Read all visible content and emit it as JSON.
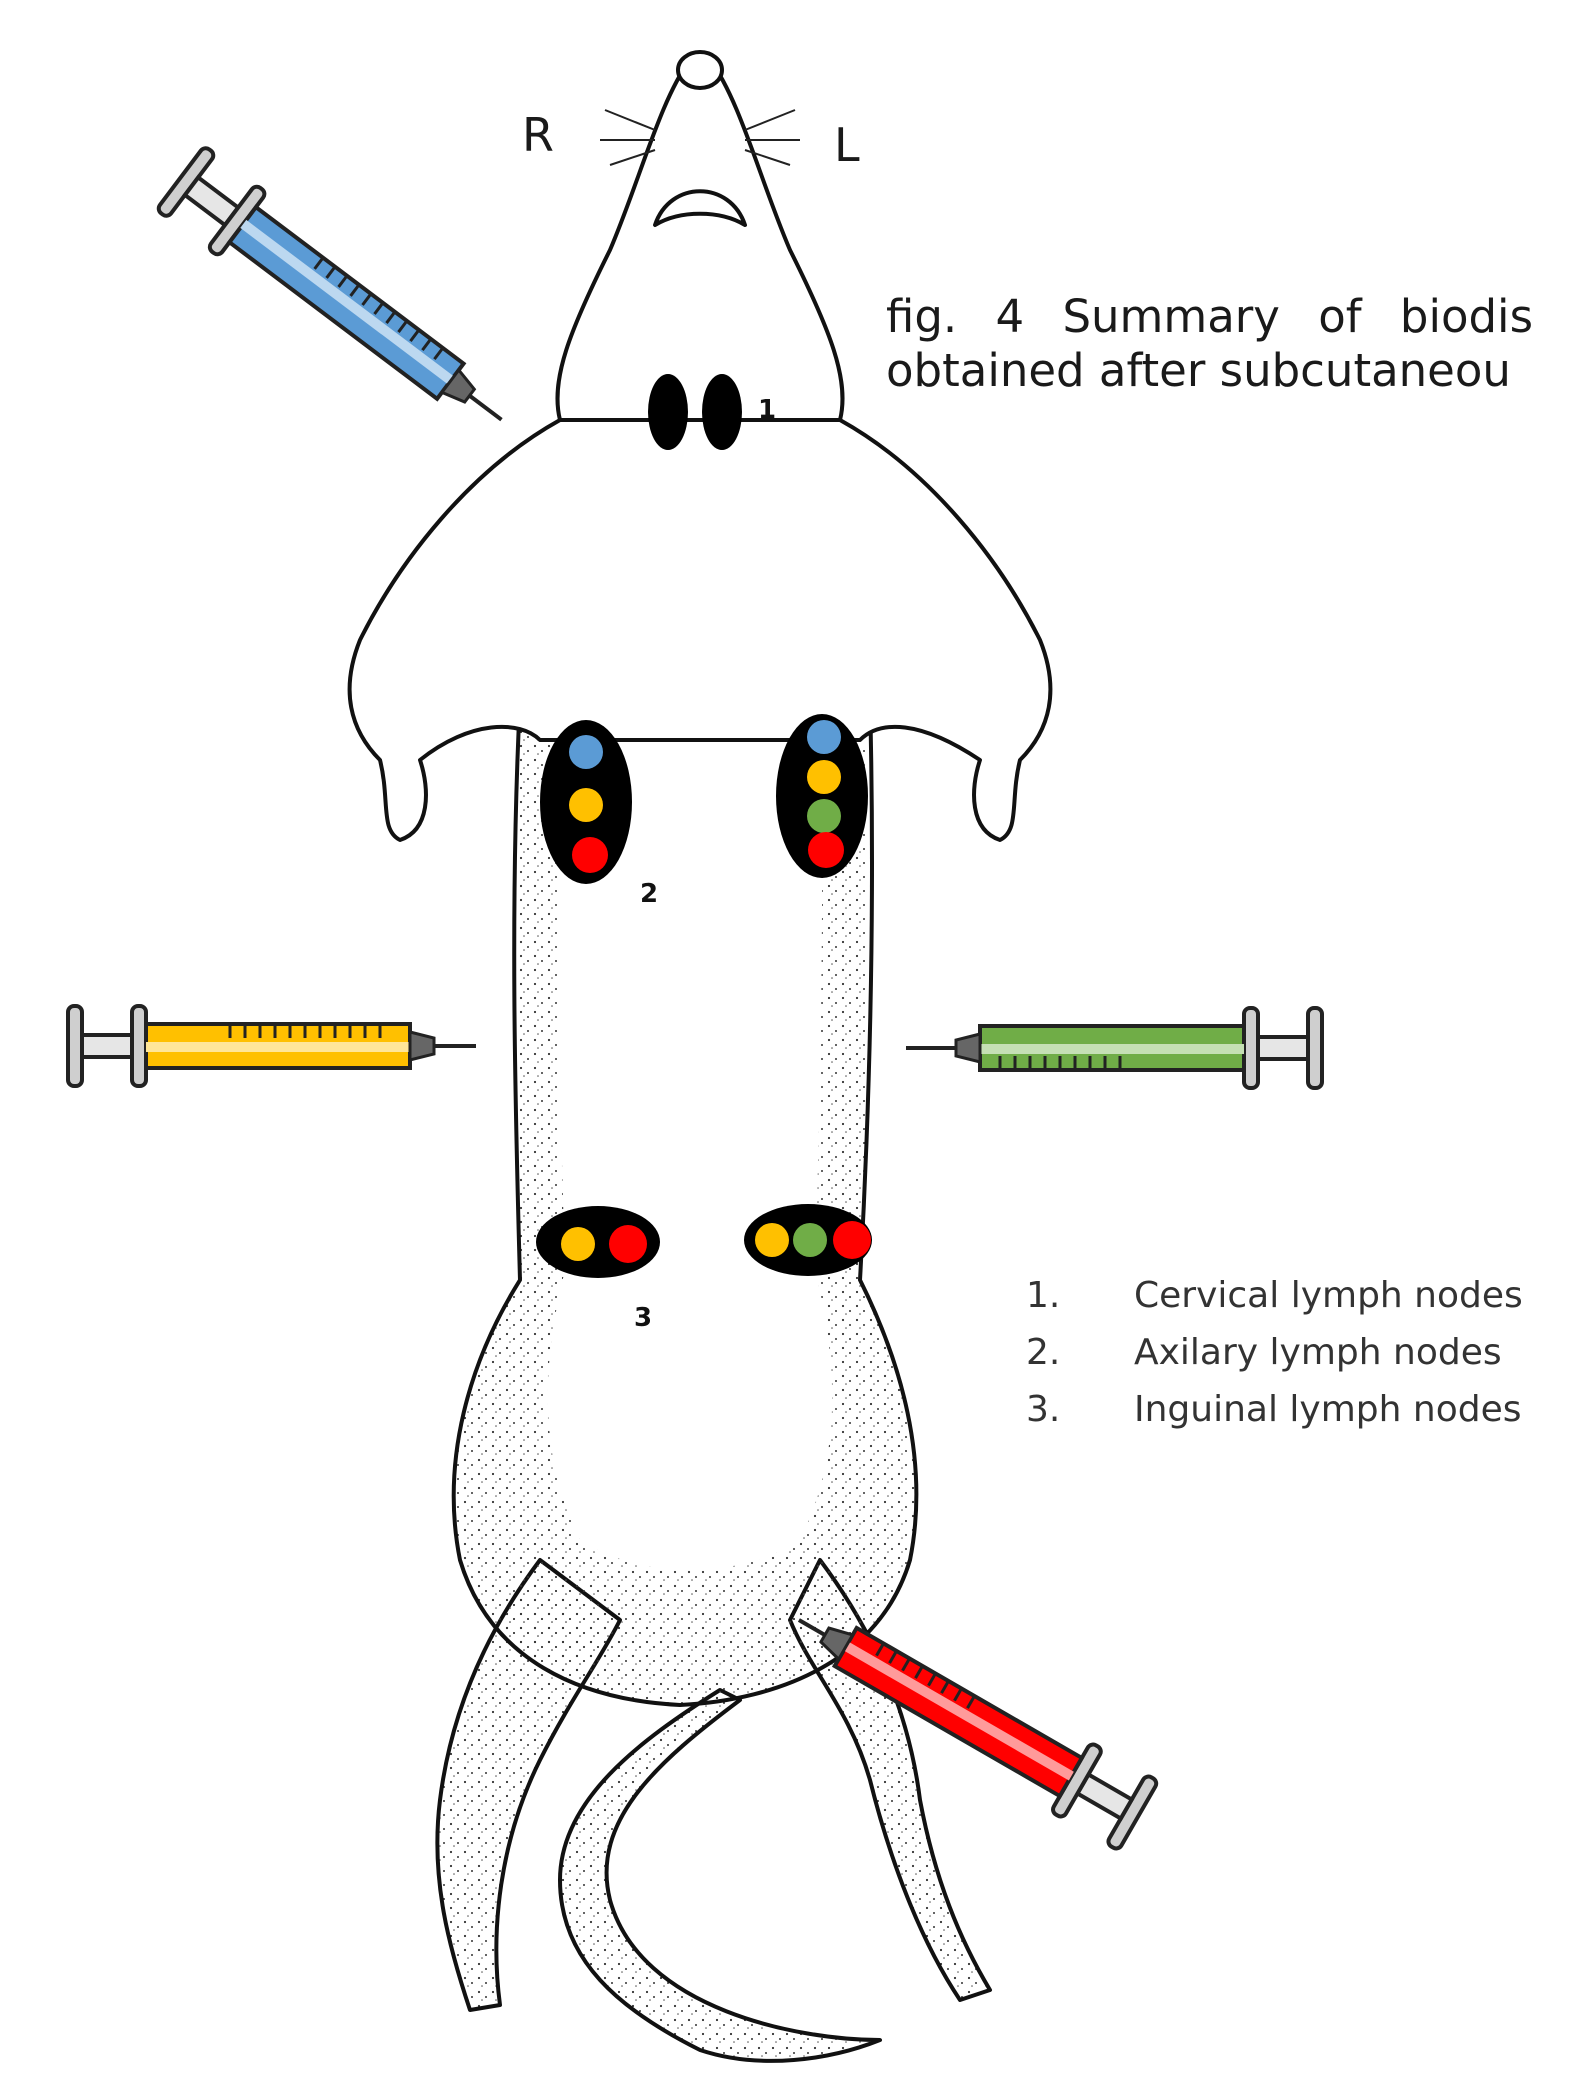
{
  "orientation": {
    "right": "R",
    "left": "L"
  },
  "caption": {
    "line1": "fig. 4 Summary of biodis",
    "line2": "obtained after subcutaneou"
  },
  "legend": [
    {
      "number": "1.",
      "text": "Cervical lymph nodes"
    },
    {
      "number": "2.",
      "text": "Axilary lymph nodes"
    },
    {
      "number": "3.",
      "text": "Inguinal lymph nodes"
    }
  ],
  "node_markers": {
    "cervical": "1",
    "axillary": "2",
    "inguinal": "3"
  },
  "colors": {
    "blue": "#5b9bd5",
    "yellow": "#ffc000",
    "green": "#70ad47",
    "red": "#ff0000",
    "node": "#000000"
  },
  "injections": [
    {
      "site": "right shoulder",
      "color": "blue"
    },
    {
      "site": "right flank",
      "color": "yellow"
    },
    {
      "site": "left flank",
      "color": "green"
    },
    {
      "site": "left hindlimb",
      "color": "red"
    }
  ],
  "lymph_nodes": [
    {
      "group": "cervical",
      "dots": []
    },
    {
      "group": "axillary right",
      "dots": [
        "blue",
        "yellow",
        "red"
      ]
    },
    {
      "group": "axillary left",
      "dots": [
        "blue",
        "yellow",
        "green",
        "red"
      ]
    },
    {
      "group": "inguinal right",
      "dots": [
        "yellow",
        "red"
      ]
    },
    {
      "group": "inguinal left",
      "dots": [
        "yellow",
        "green",
        "red"
      ]
    }
  ]
}
